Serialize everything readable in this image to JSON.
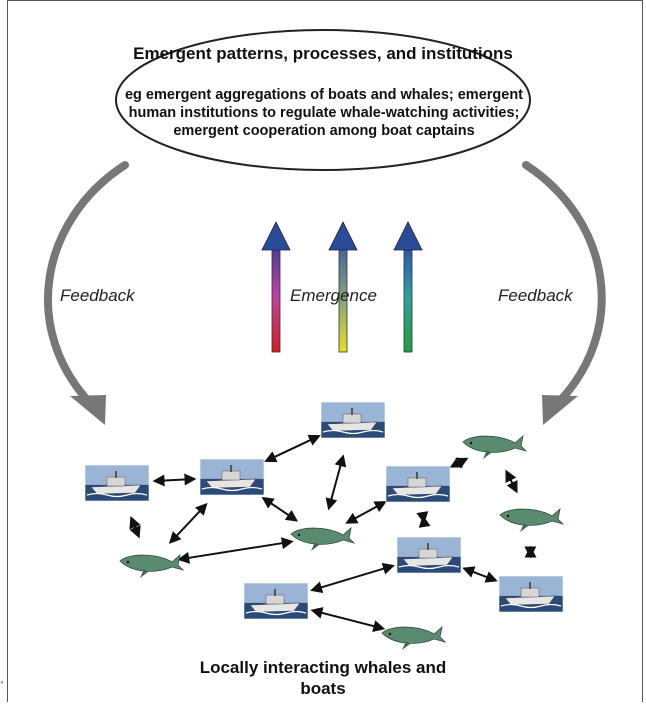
{
  "header": {
    "title": "Emergent patterns, processes, and institutions",
    "examples": "eg emergent aggregations of boats and whales; emergent human institutions to regulate whale-watching activities; emergent cooperation among boat captains"
  },
  "labels": {
    "feedback_left": "Feedback",
    "emergence": "Emergence",
    "feedback_right": "Feedback",
    "bottom": "Locally interacting whales and boats",
    "corner_mark": "°"
  },
  "colors": {
    "feedback_arrow": "#777777",
    "emergence_arrow_head": "#2a4a9a",
    "emergence_gradients": [
      [
        "#3a3aa0",
        "#c040a0",
        "#d02020"
      ],
      [
        "#3a5aa0",
        "#80a080",
        "#e8e020"
      ],
      [
        "#2a4ab0",
        "#30a0a0",
        "#20a040"
      ]
    ],
    "whale": "#5a8a70",
    "boat_sky": "#9ab4d6",
    "boat_sea": "#2a4a7a"
  },
  "nodes": [
    {
      "id": "b1",
      "kind": "boat-icon"
    },
    {
      "id": "b2",
      "kind": "boat-icon"
    },
    {
      "id": "b3",
      "kind": "boat-icon"
    },
    {
      "id": "b4",
      "kind": "boat-icon"
    },
    {
      "id": "b5",
      "kind": "boat-icon"
    },
    {
      "id": "b6",
      "kind": "boat-icon"
    },
    {
      "id": "b7",
      "kind": "boat-icon"
    },
    {
      "id": "w1",
      "kind": "whale-icon"
    },
    {
      "id": "w2",
      "kind": "whale-icon"
    },
    {
      "id": "w3",
      "kind": "whale-icon"
    },
    {
      "id": "w4",
      "kind": "whale-icon"
    },
    {
      "id": "w5",
      "kind": "whale-icon"
    }
  ],
  "edges": [
    [
      "b1",
      "b2"
    ],
    [
      "b1",
      "w1"
    ],
    [
      "b2",
      "w1"
    ],
    [
      "b2",
      "b3"
    ],
    [
      "b2",
      "w2"
    ],
    [
      "b3",
      "w2"
    ],
    [
      "w1",
      "w2"
    ],
    [
      "w2",
      "b4"
    ],
    [
      "b4",
      "w3"
    ],
    [
      "b4",
      "b5"
    ],
    [
      "w3",
      "w4"
    ],
    [
      "w4",
      "b7"
    ],
    [
      "b5",
      "b7"
    ],
    [
      "b5",
      "b6"
    ],
    [
      "b6",
      "w5"
    ]
  ]
}
